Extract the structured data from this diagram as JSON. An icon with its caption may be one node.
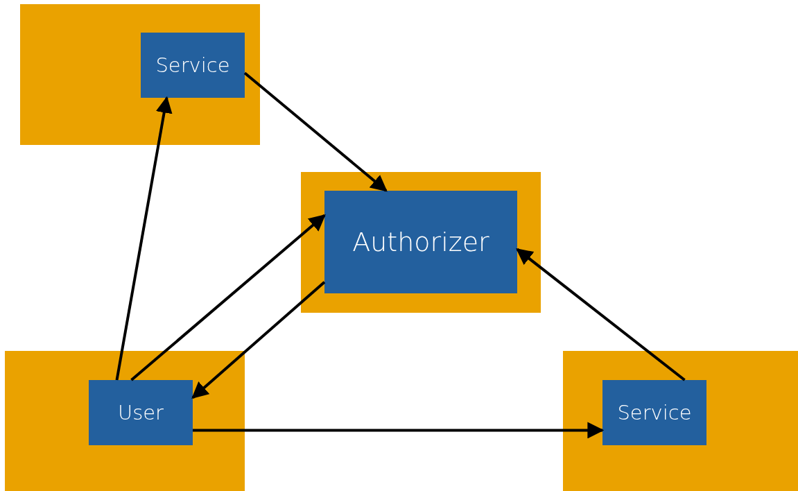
{
  "diagram": {
    "nodes": [
      {
        "text": [],
        "shape": "box"
      },
      {
        "text": [
          "Service"
        ],
        "in": 0
      },
      {
        "text": [],
        "shape": "box"
      },
      {
        "text": [
          "Authorizer"
        ],
        "in": 2
      },
      {
        "text": [],
        "shape": "box"
      },
      {
        "text": [
          "User"
        ],
        "in": 4
      },
      {
        "text": [],
        "shape": "box"
      },
      {
        "text": [
          "Service"
        ],
        "in": 6
      }
    ],
    "edges": [
      {
        "from": 1,
        "to": 3,
        "arrow": "to"
      },
      {
        "from": 5,
        "to": 1,
        "arrow": "to"
      },
      {
        "from": 5,
        "to": 3,
        "arrow": "to"
      },
      {
        "from": 3,
        "to": 5,
        "arrow": "to"
      },
      {
        "from": 5,
        "to": 7,
        "arrow": "to"
      },
      {
        "from": 7,
        "to": 3,
        "arrow": "to"
      }
    ]
  }
}
